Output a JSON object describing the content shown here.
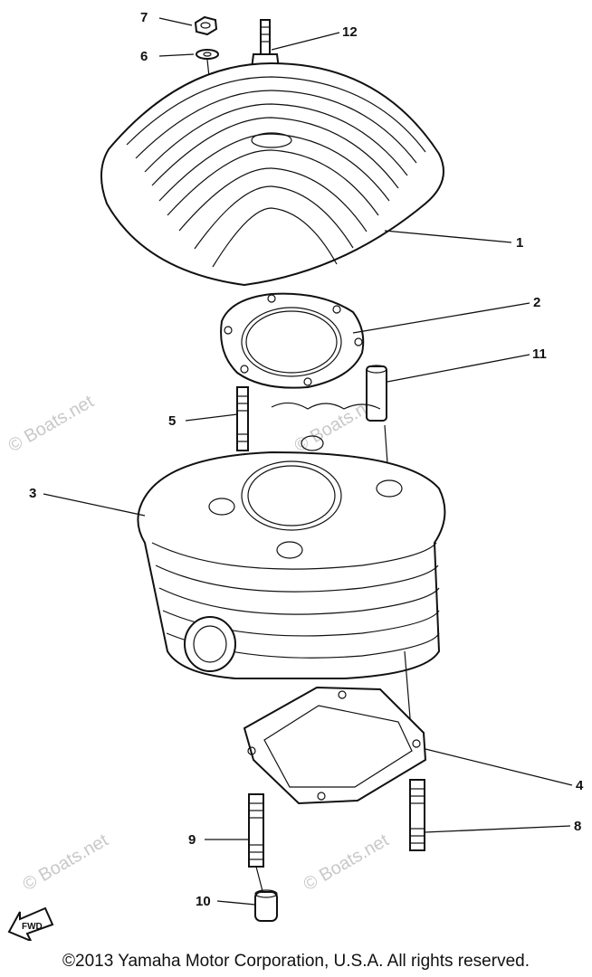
{
  "callouts": {
    "p1": "1",
    "p2": "2",
    "p3": "3",
    "p4": "4",
    "p5": "5",
    "p6": "6",
    "p7": "7",
    "p8": "8",
    "p9": "9",
    "p10": "10",
    "p11": "11",
    "p12": "12"
  },
  "fwd_label": "FWD",
  "watermark": "© Boats.net",
  "copyright": "©2013 Yamaha Motor Corporation, U.S.A. All rights reserved."
}
